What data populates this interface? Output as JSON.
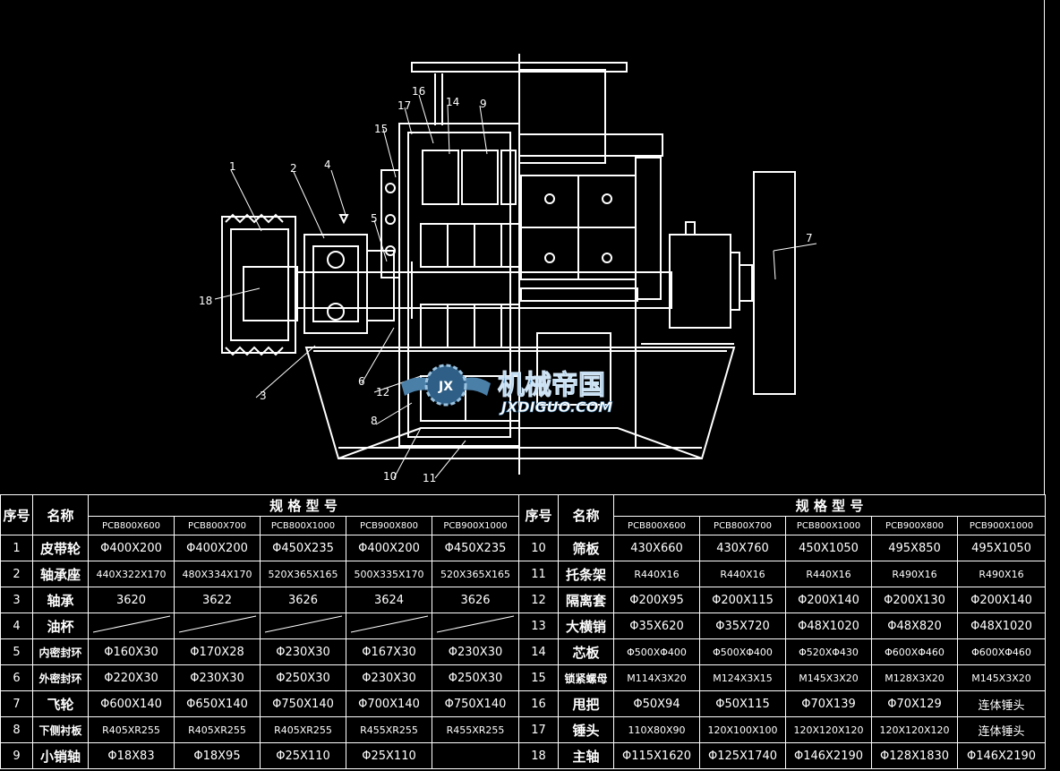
{
  "drawing": {
    "part_labels": [
      "1",
      "2",
      "3",
      "4",
      "5",
      "6",
      "7",
      "8",
      "9",
      "10",
      "11",
      "12",
      "14",
      "15",
      "16",
      "17",
      "18"
    ],
    "watermark": {
      "logo_text": "JX",
      "brand_cn": "机械帝国",
      "brand_url": "JXDIGUO.COM"
    }
  },
  "table": {
    "headers": {
      "seq": "序号",
      "name": "名称",
      "spec": "规 格 型 号"
    },
    "models": [
      "PCB800X600",
      "PCB800X700",
      "PCB800X1000",
      "PCB900X800",
      "PCB900X1000"
    ],
    "left_rows": [
      {
        "no": "1",
        "name": "皮带轮",
        "vals": [
          "Φ400X200",
          "Φ400X200",
          "Φ450X235",
          "Φ400X200",
          "Φ450X235"
        ]
      },
      {
        "no": "2",
        "name": "轴承座",
        "vals": [
          "440X322X170",
          "480X334X170",
          "520X365X165",
          "500X335X170",
          "520X365X165"
        ]
      },
      {
        "no": "3",
        "name": "轴承",
        "vals": [
          "3620",
          "3622",
          "3626",
          "3624",
          "3626"
        ]
      },
      {
        "no": "4",
        "name": "油杯",
        "vals": [
          "",
          "",
          "",
          "",
          ""
        ]
      },
      {
        "no": "5",
        "name": "内密封环",
        "vals": [
          "Φ160X30",
          "Φ170X28",
          "Φ230X30",
          "Φ167X30",
          "Φ230X30"
        ]
      },
      {
        "no": "6",
        "name": "外密封环",
        "vals": [
          "Φ220X30",
          "Φ230X30",
          "Φ250X30",
          "Φ230X30",
          "Φ250X30"
        ]
      },
      {
        "no": "7",
        "name": "飞轮",
        "vals": [
          "Φ600X140",
          "Φ650X140",
          "Φ750X140",
          "Φ700X140",
          "Φ750X140"
        ]
      },
      {
        "no": "8",
        "name": "下侧衬板",
        "vals": [
          "R405XR255",
          "R405XR255",
          "R405XR255",
          "R455XR255",
          "R455XR255"
        ]
      },
      {
        "no": "9",
        "name": "小销轴",
        "vals": [
          "Φ18X83",
          "Φ18X95",
          "Φ25X110",
          "Φ25X110",
          ""
        ]
      }
    ],
    "right_rows": [
      {
        "no": "10",
        "name": "筛板",
        "vals": [
          "430X660",
          "430X760",
          "450X1050",
          "495X850",
          "495X1050"
        ]
      },
      {
        "no": "11",
        "name": "托条架",
        "vals": [
          "R440X16",
          "R440X16",
          "R440X16",
          "R490X16",
          "R490X16"
        ]
      },
      {
        "no": "12",
        "name": "隔离套",
        "vals": [
          "Φ200X95",
          "Φ200X115",
          "Φ200X140",
          "Φ200X130",
          "Φ200X140"
        ]
      },
      {
        "no": "13",
        "name": "大横销",
        "vals": [
          "Φ35X620",
          "Φ35X720",
          "Φ48X1020",
          "Φ48X820",
          "Φ48X1020"
        ]
      },
      {
        "no": "14",
        "name": "芯板",
        "vals": [
          "Φ500XΦ400",
          "Φ500XΦ400",
          "Φ520XΦ430",
          "Φ600XΦ460",
          "Φ600XΦ460"
        ]
      },
      {
        "no": "15",
        "name": "锁紧螺母",
        "vals": [
          "M114X3X20",
          "M124X3X15",
          "M145X3X20",
          "M128X3X20",
          "M145X3X20"
        ]
      },
      {
        "no": "16",
        "name": "甩把",
        "vals": [
          "Φ50X94",
          "Φ50X115",
          "Φ70X139",
          "Φ70X129",
          "连体锤头"
        ]
      },
      {
        "no": "17",
        "name": "锤头",
        "vals": [
          "110X80X90",
          "120X100X100",
          "120X120X120",
          "120X120X120",
          "连体锤头"
        ]
      },
      {
        "no": "18",
        "name": "主轴",
        "vals": [
          "Φ115X1620",
          "Φ125X1740",
          "Φ146X2190",
          "Φ128X1830",
          "Φ146X2190"
        ]
      }
    ]
  }
}
